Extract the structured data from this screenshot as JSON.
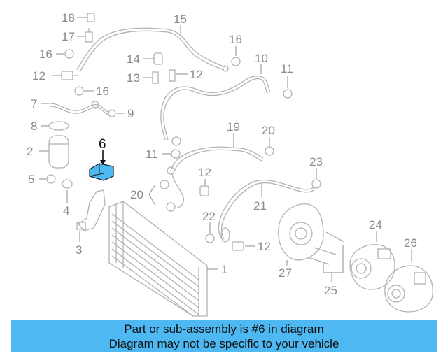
{
  "highlight": {
    "label": "6",
    "color": "#4db8f2"
  },
  "callouts": [
    "18",
    "17",
    "16",
    "15",
    "16",
    "14",
    "10",
    "11",
    "12",
    "13",
    "12",
    "16",
    "7",
    "9",
    "8",
    "19",
    "20",
    "2",
    "11",
    "12",
    "23",
    "5",
    "4",
    "20",
    "21",
    "22",
    "3",
    "12",
    "1",
    "27",
    "24",
    "26",
    "25"
  ],
  "banner": {
    "line1": "Part or sub-assembly is #6 in diagram",
    "line2": "Diagram may not be specific to your vehicle",
    "color": "#4db8f2"
  }
}
